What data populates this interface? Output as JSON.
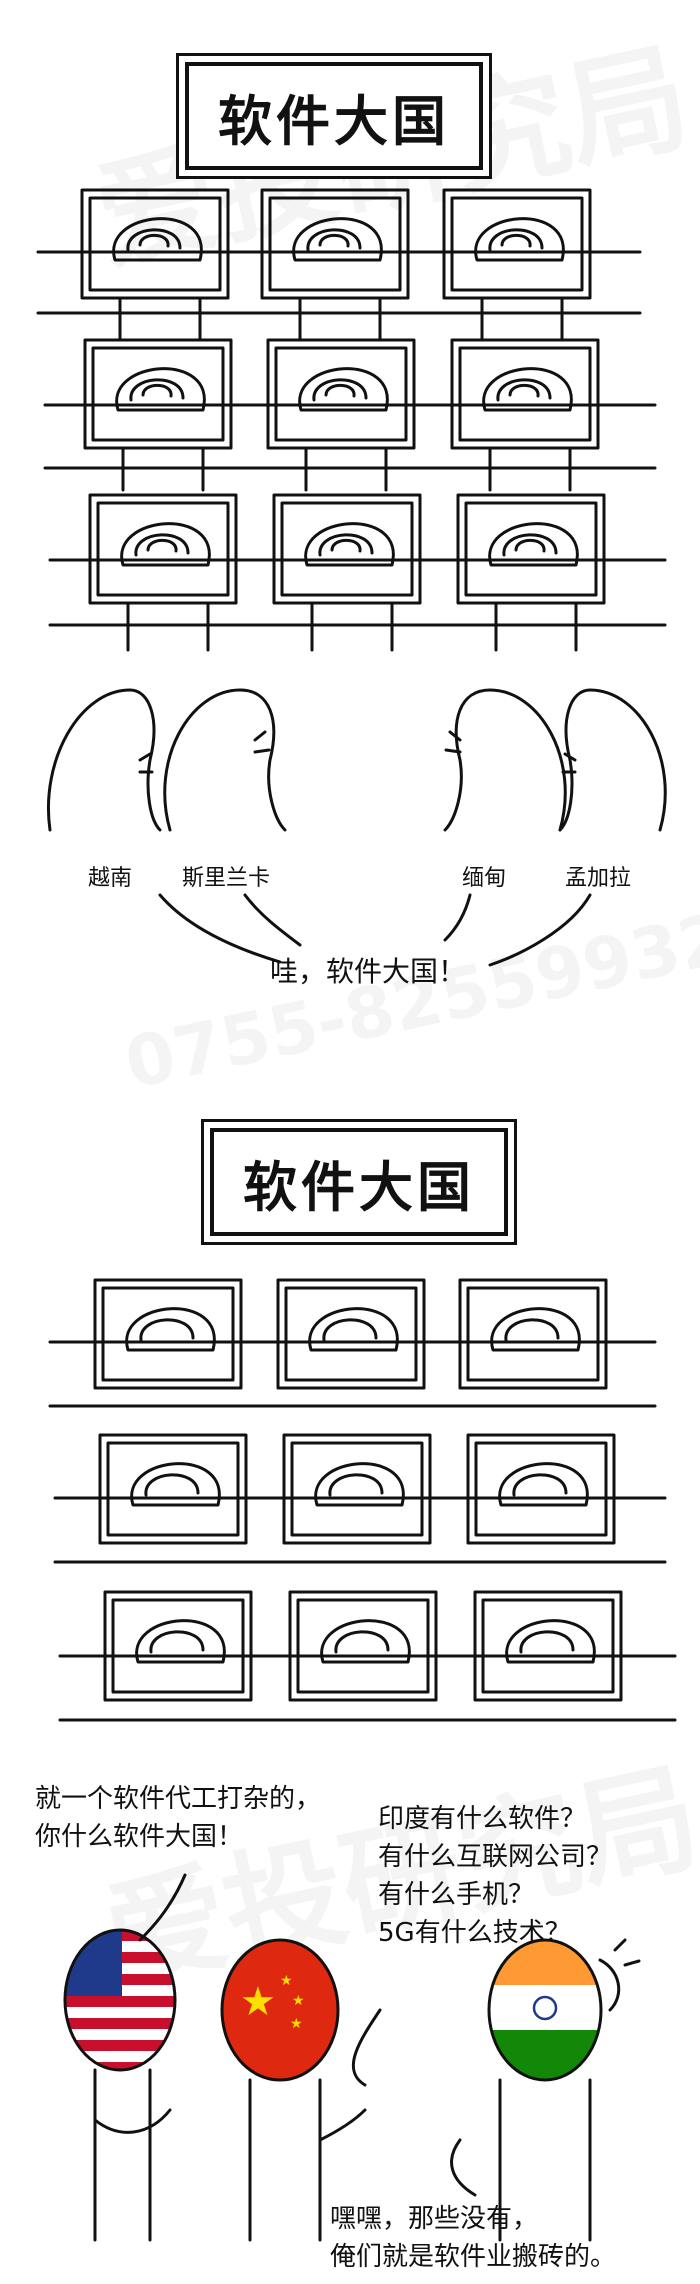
{
  "sign_title": "软件大国",
  "panel1": {
    "countries": [
      "越南",
      "斯里兰卡",
      "缅甸",
      "孟加拉"
    ],
    "exclaim": "哇，软件大国！"
  },
  "panel2": {
    "usa_line1": "就一个软件代工打杂的，",
    "usa_line2": "你什么软件大国！",
    "china_line1": "印度有什么软件？",
    "china_line2": "有什么互联网公司？",
    "china_line3": "有什么手机？",
    "china_line4": "5G有什么技术？",
    "india_line1": "嘿嘿，那些没有，",
    "india_line2": "俺们就是软件业搬砖的。"
  },
  "watermark_text": "爱投研究局",
  "watermark_phone": "0755-82559932"
}
